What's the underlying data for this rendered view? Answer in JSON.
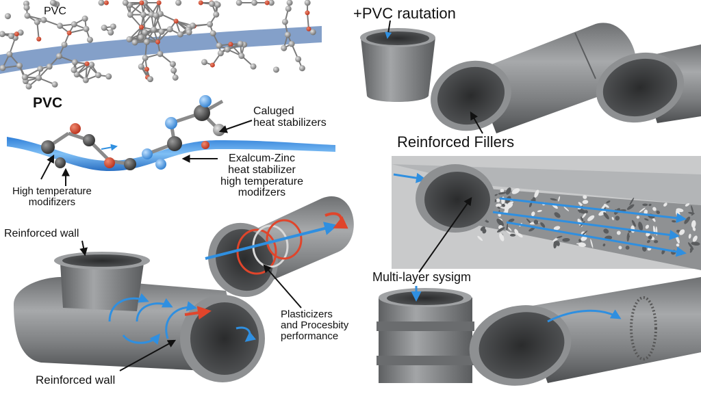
{
  "labels": {
    "pvc_top": "PVC",
    "pvc_main": "PVC",
    "pvc_rautation": "+PVC rautation",
    "caluged": "Caluged\nheat stabilizers",
    "exalcum": "Exalcum-Zinc\nheat stabilizer\nhigh temperature\nmodifzers",
    "high_temp": "High temperature\nmodifizers",
    "reinforced_fillers": "Reinforced Fillers",
    "reinforced_wall_top": "Reinforced wall",
    "reinforced_wall_bottom": "Reinforced wall",
    "plasticizers": "Plasticizers\nand Procesbity\nperformance",
    "multi_layer": "Multi-layer sysigm"
  },
  "colors": {
    "pipe_gray": "#8a8c8e",
    "pipe_dark": "#3f4143",
    "molecule_blue": "#4a90d9",
    "atom_red": "#d9442b",
    "arrow_blue": "#2f8fe0",
    "arrow_red": "#e0452b"
  }
}
